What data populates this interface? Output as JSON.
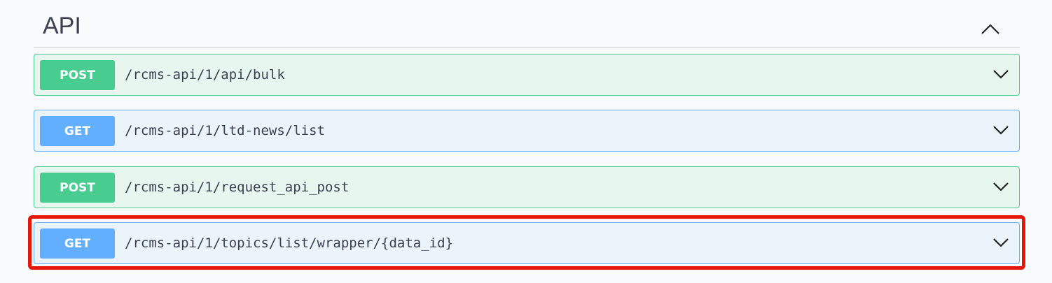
{
  "section": {
    "title": "API",
    "toggle_icon": "chevron-up-icon",
    "expanded": true
  },
  "operations": [
    {
      "method": "POST",
      "path": "/rcms-api/1/api/bulk",
      "color": "#49cc90",
      "icon": "chevron-down-icon"
    },
    {
      "method": "GET",
      "path": "/rcms-api/1/ltd-news/list",
      "color": "#61affe",
      "icon": "chevron-down-icon"
    },
    {
      "method": "POST",
      "path": "/rcms-api/1/request_api_post",
      "color": "#49cc90",
      "icon": "chevron-down-icon"
    },
    {
      "method": "GET",
      "path": "/rcms-api/1/topics/list/wrapper/{data_id}",
      "color": "#61affe",
      "icon": "chevron-down-icon",
      "highlighted": true
    }
  ],
  "highlight_color": "#e3170a"
}
